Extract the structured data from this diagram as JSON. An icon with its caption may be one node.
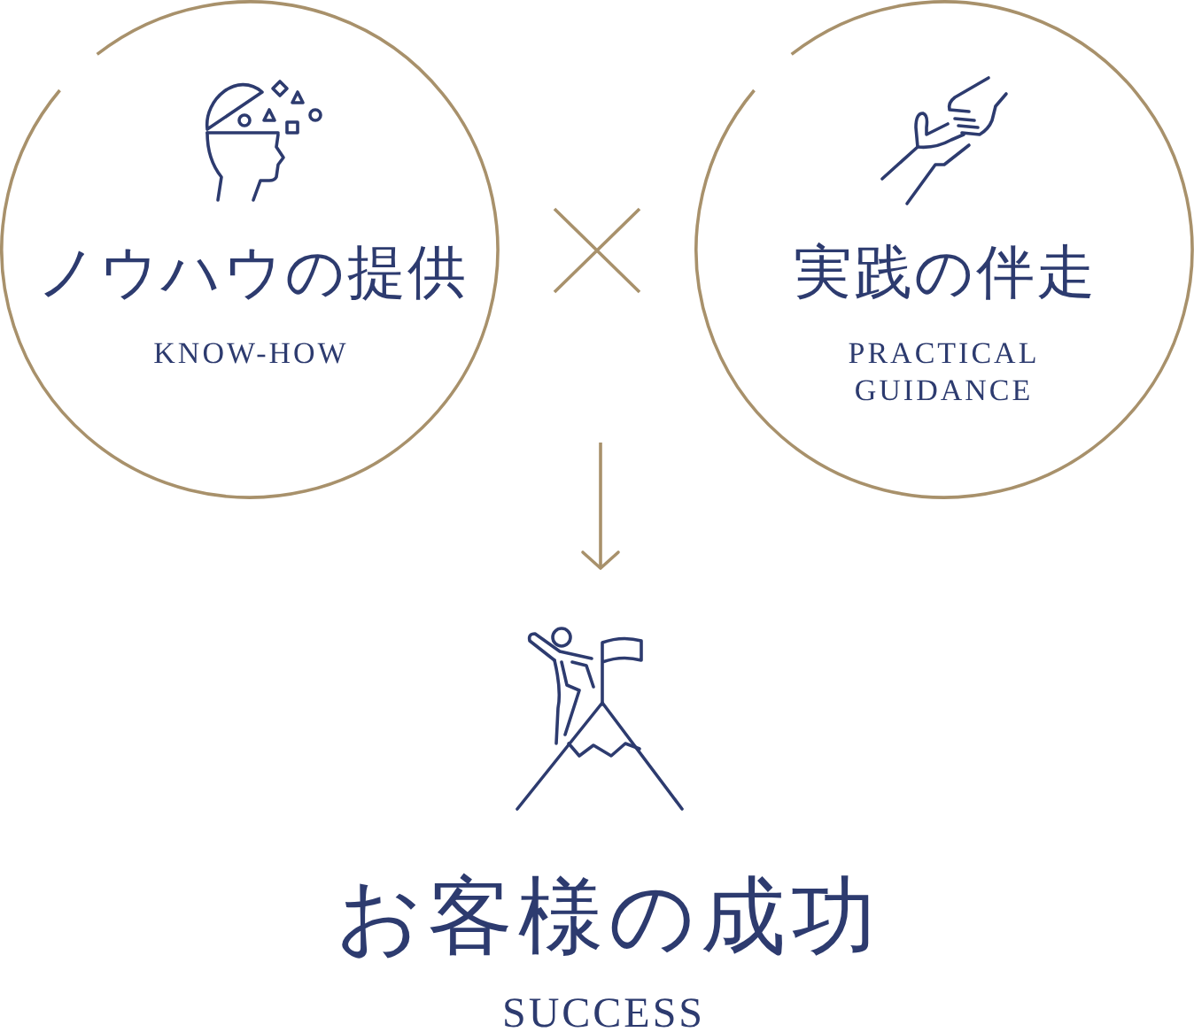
{
  "diagram": {
    "nodes": [
      {
        "text": [
          "ノウハウの提供",
          "KNOW-HOW"
        ]
      },
      {
        "text": [
          "実践の伴走",
          "PRACTICAL GUIDANCE"
        ]
      },
      {
        "text": [
          "お客様の成功",
          "SUCCESS"
        ]
      }
    ],
    "edges": [
      {
        "from": null,
        "to": 2,
        "arrow": "to"
      }
    ]
  }
}
